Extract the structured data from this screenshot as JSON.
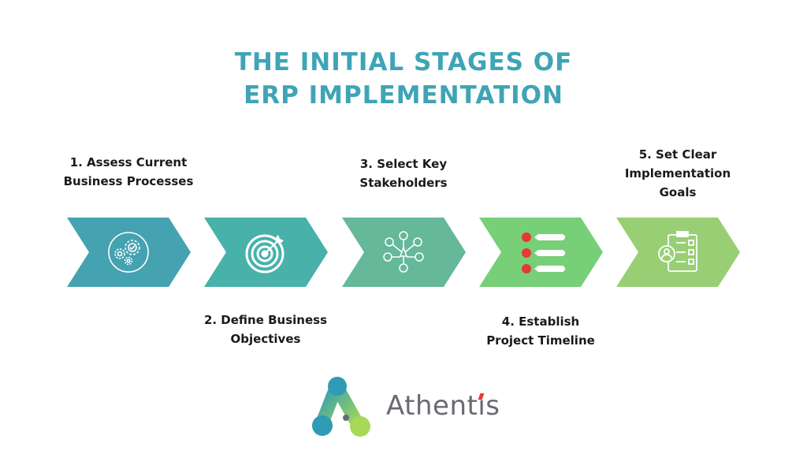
{
  "title": {
    "line1": "THE INITIAL STAGES OF",
    "line2": "ERP IMPLEMENTATION"
  },
  "stages": [
    {
      "label_line1": "1. Assess Current",
      "label_line2": "Business Processes",
      "icon": "gears-cycle-icon",
      "color": "#45a2b0"
    },
    {
      "label_line1": "2. Define Business",
      "label_line2": "Objectives",
      "icon": "target-icon",
      "color": "#48b1aa"
    },
    {
      "label_line1": "3. Select Key",
      "label_line2": "Stakeholders",
      "icon": "stakeholders-network-icon",
      "color": "#65b89a"
    },
    {
      "label_line1": "4. Establish",
      "label_line2": "Project Timeline",
      "icon": "timeline-list-icon",
      "color": "#77cf77"
    },
    {
      "label_line1": "5. Set Clear",
      "label_line2": "Implementation",
      "label_line3": "Goals",
      "icon": "goals-clipboard-icon",
      "color": "#98cf74"
    }
  ],
  "brand": {
    "name_start": "Athent",
    "name_i": "i",
    "name_end": "s"
  }
}
